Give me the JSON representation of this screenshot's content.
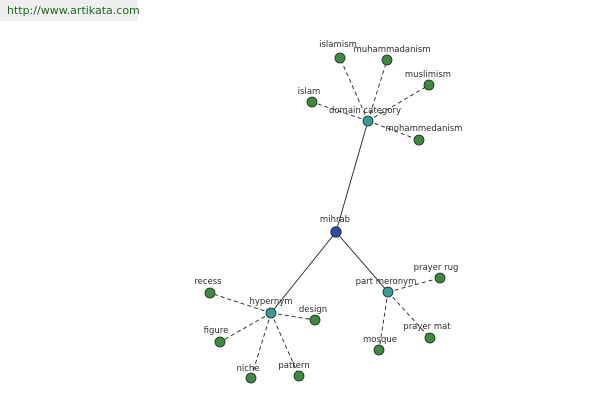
{
  "header": {
    "url": "http://www.artikata.com"
  },
  "graph": {
    "colors": {
      "root": "#2e4ca6",
      "hub": "#3a9a96",
      "leaf": "#3d8a3d",
      "edge": "#222222"
    },
    "nodes": [
      {
        "id": "mihrab",
        "label": "mihrab",
        "kind": "root"
      },
      {
        "id": "domain",
        "label": "domain category",
        "kind": "hub"
      },
      {
        "id": "hypernym",
        "label": "hypernym",
        "kind": "hub"
      },
      {
        "id": "partmeronym",
        "label": "part meronym",
        "kind": "hub"
      },
      {
        "id": "islamism",
        "label": "islamism",
        "kind": "leaf"
      },
      {
        "id": "muhammadanism",
        "label": "muhammadanism",
        "kind": "leaf"
      },
      {
        "id": "muslimism",
        "label": "muslimism",
        "kind": "leaf"
      },
      {
        "id": "islam",
        "label": "islam",
        "kind": "leaf"
      },
      {
        "id": "mohammedanism",
        "label": "mohammedanism",
        "kind": "leaf"
      },
      {
        "id": "recess",
        "label": "recess",
        "kind": "leaf"
      },
      {
        "id": "design",
        "label": "design",
        "kind": "leaf"
      },
      {
        "id": "figure",
        "label": "figure",
        "kind": "leaf"
      },
      {
        "id": "niche",
        "label": "niche",
        "kind": "leaf"
      },
      {
        "id": "pattern",
        "label": "pattern",
        "kind": "leaf"
      },
      {
        "id": "prayerrug",
        "label": "prayer rug",
        "kind": "leaf"
      },
      {
        "id": "prayermat",
        "label": "prayer mat",
        "kind": "leaf"
      },
      {
        "id": "mosque",
        "label": "mosque",
        "kind": "leaf"
      }
    ],
    "edges": [
      {
        "from": "mihrab",
        "to": "domain",
        "style": "solid"
      },
      {
        "from": "mihrab",
        "to": "hypernym",
        "style": "solid"
      },
      {
        "from": "mihrab",
        "to": "partmeronym",
        "style": "solid"
      },
      {
        "from": "domain",
        "to": "islamism",
        "style": "dashed"
      },
      {
        "from": "domain",
        "to": "muhammadanism",
        "style": "dashed"
      },
      {
        "from": "domain",
        "to": "muslimism",
        "style": "dashed"
      },
      {
        "from": "domain",
        "to": "islam",
        "style": "dashed"
      },
      {
        "from": "domain",
        "to": "mohammedanism",
        "style": "dashed"
      },
      {
        "from": "hypernym",
        "to": "recess",
        "style": "dashed"
      },
      {
        "from": "hypernym",
        "to": "design",
        "style": "dashed"
      },
      {
        "from": "hypernym",
        "to": "figure",
        "style": "dashed"
      },
      {
        "from": "hypernym",
        "to": "niche",
        "style": "dashed"
      },
      {
        "from": "hypernym",
        "to": "pattern",
        "style": "dashed"
      },
      {
        "from": "partmeronym",
        "to": "prayerrug",
        "style": "dashed"
      },
      {
        "from": "partmeronym",
        "to": "prayermat",
        "style": "dashed"
      },
      {
        "from": "partmeronym",
        "to": "mosque",
        "style": "dashed"
      }
    ]
  }
}
